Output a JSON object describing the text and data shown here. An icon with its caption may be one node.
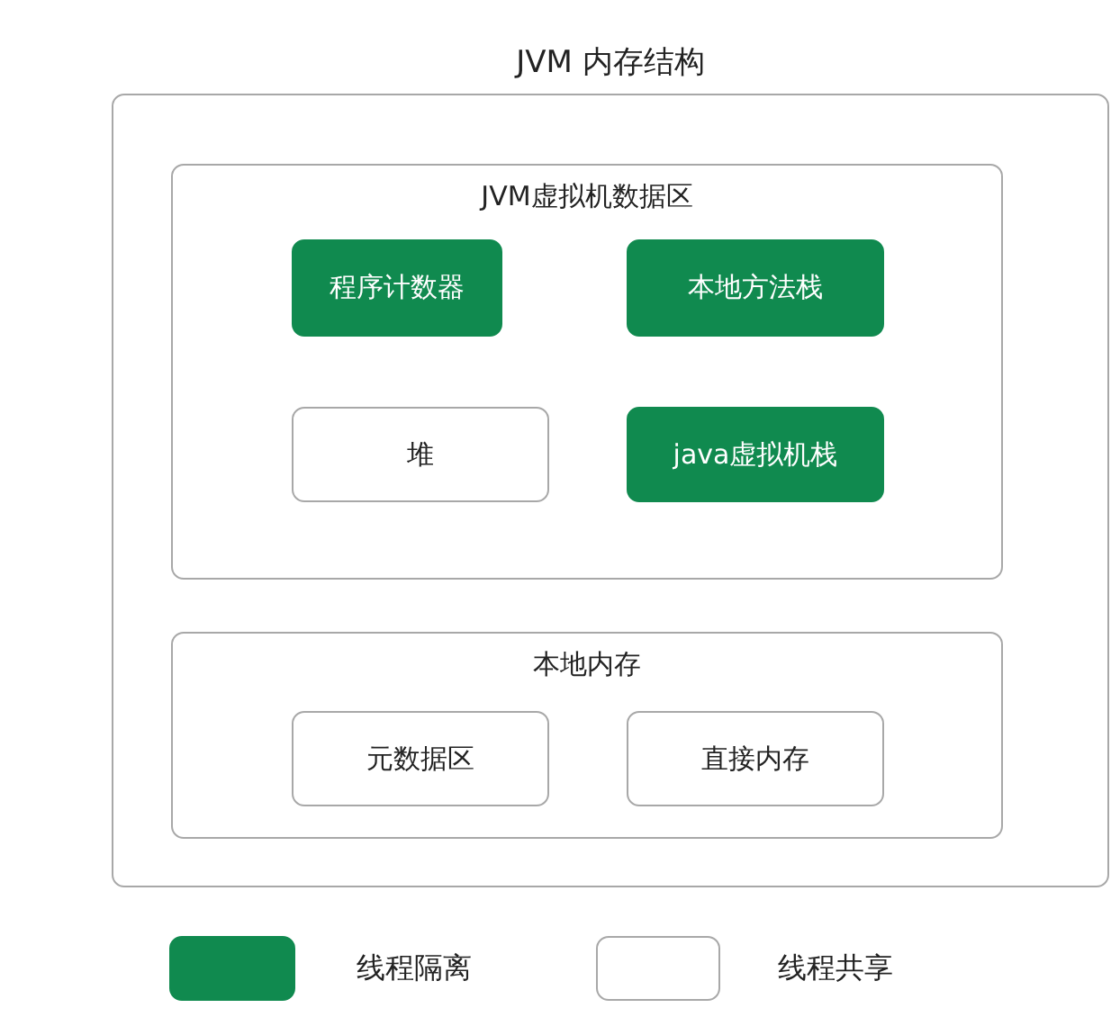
{
  "diagram": {
    "nodes": [
      {
        "text": [
          "JVM 内存结构"
        ]
      },
      {
        "text": [
          "JVM虚拟机数据区"
        ],
        "in": 0
      },
      {
        "text": [
          "程序计数器"
        ],
        "in": 1
      },
      {
        "text": [
          "本地方法栈"
        ],
        "in": 1
      },
      {
        "text": [
          "堆"
        ],
        "in": 1
      },
      {
        "text": [
          "java虚拟机栈"
        ],
        "in": 1
      },
      {
        "text": [
          "本地内存"
        ],
        "in": 0
      },
      {
        "text": [
          "元数据区"
        ],
        "in": 6
      },
      {
        "text": [
          "直接内存"
        ],
        "in": 6
      }
    ],
    "legend": [
      {
        "text": "线程隔离",
        "color": "#108a4f"
      },
      {
        "text": "线程共享",
        "color": "#ffffff"
      }
    ]
  }
}
